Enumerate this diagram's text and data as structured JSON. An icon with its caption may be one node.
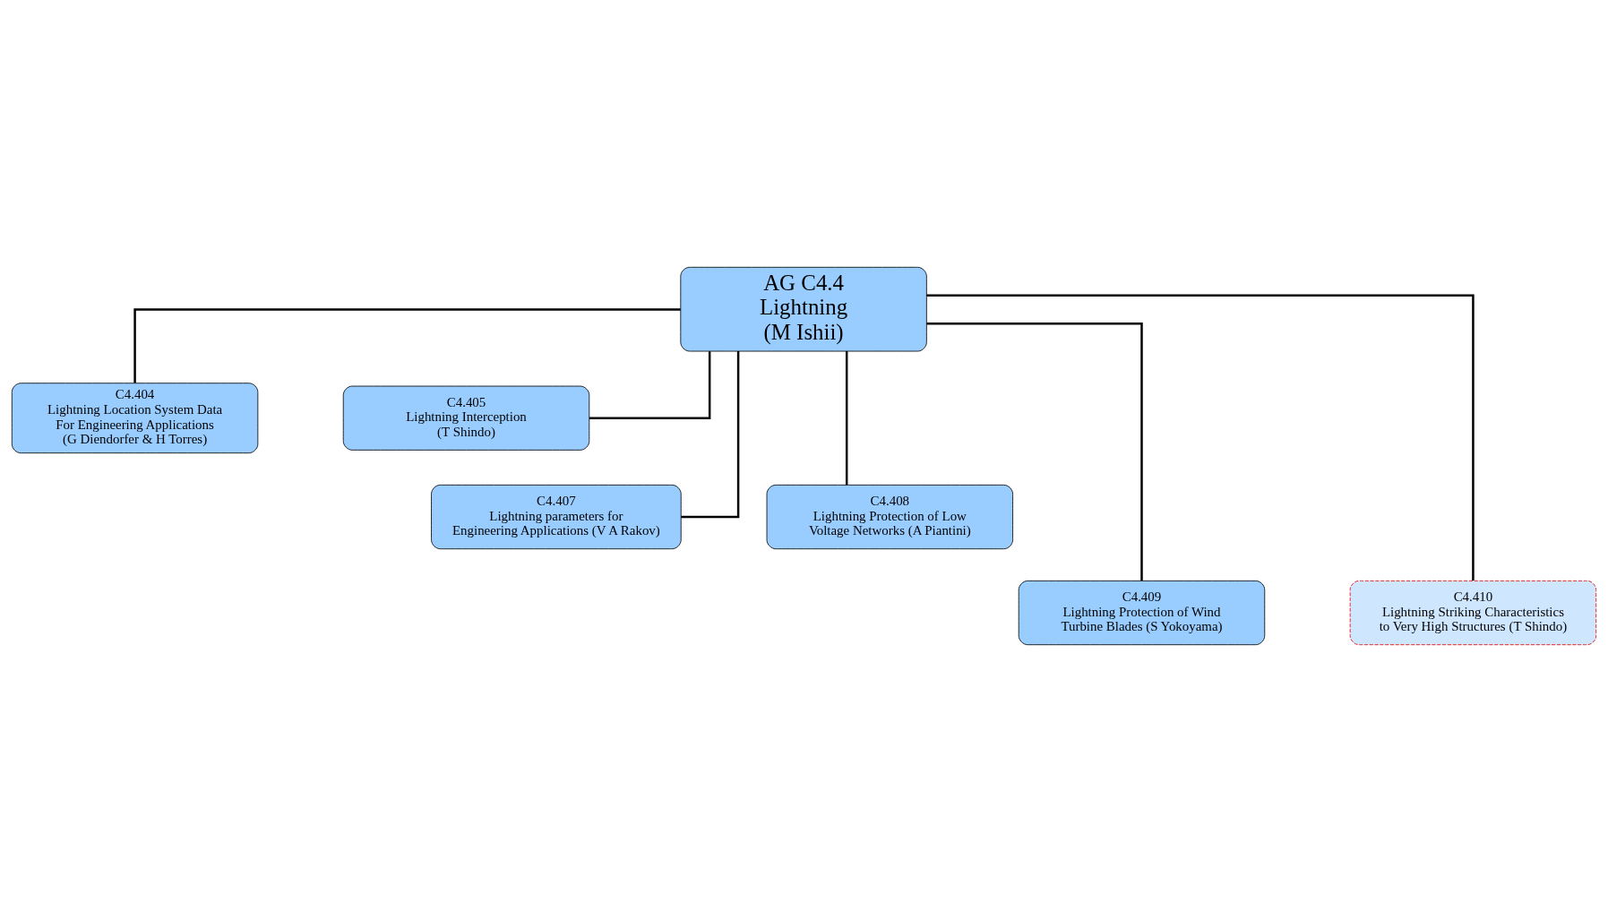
{
  "diagram": {
    "nodes": [
      {
        "text": [
          "AG C4.4",
          "Lightning",
          "(M Ishii)"
        ]
      },
      {
        "text": [
          "C4.404",
          "Lightning Location System Data For Engineering Applications",
          "(G Diendorfer & H Torres)"
        ]
      },
      {
        "text": [
          "C4.405",
          "Lightning Interception",
          "(T Shindo)"
        ]
      },
      {
        "text": [
          "C4.407",
          "Lightning parameters for Engineering Applications (V A Rakov)"
        ]
      },
      {
        "text": [
          "C4.408",
          "Lightning Protection of Low Voltage Networks (A Piantini)"
        ]
      },
      {
        "text": [
          "C4.409",
          "Lightning Protection of Wind Turbine Blades (S Yokoyama)"
        ]
      },
      {
        "text": [
          "C4.410",
          "Lightning Striking Characteristics to Very High Structures (T Shindo)"
        ]
      }
    ],
    "edges": [
      {
        "from": 0,
        "to": 1,
        "arrow": "none"
      },
      {
        "from": 0,
        "to": 2,
        "arrow": "none"
      },
      {
        "from": 0,
        "to": 3,
        "arrow": "none"
      },
      {
        "from": 0,
        "to": 4,
        "arrow": "none"
      },
      {
        "from": 0,
        "to": 5,
        "arrow": "none"
      },
      {
        "from": 0,
        "to": 6,
        "arrow": "none"
      }
    ]
  }
}
